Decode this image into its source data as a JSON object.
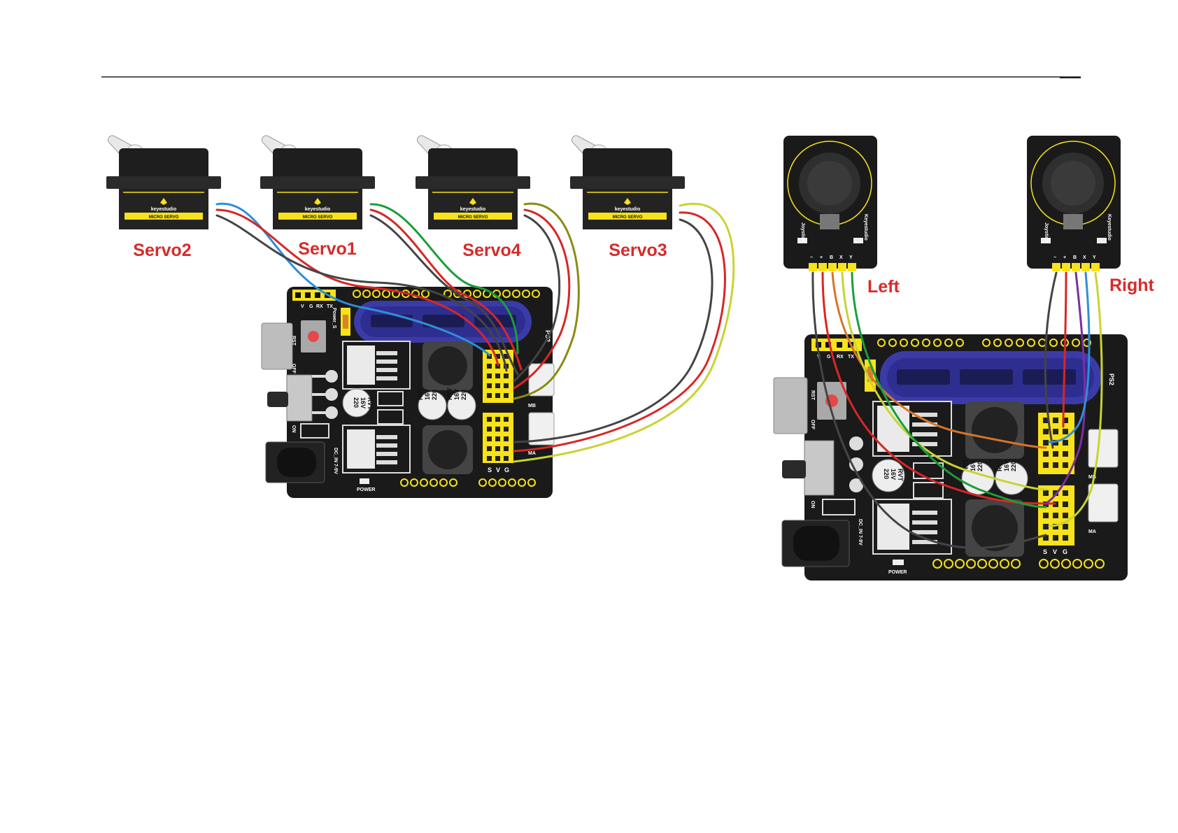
{
  "diagram": {
    "servo_labels": [
      "Servo2",
      "Servo1",
      "Servo4",
      "Servo3"
    ],
    "joystick_labels": [
      "Left",
      "Right"
    ],
    "servo_brand": "keyestudio",
    "servo_model": "MICRO SERVO",
    "joystick_name": "Joystick",
    "joystick_brand": "Keyestudio",
    "joystick_pins": [
      "−",
      "+",
      "B",
      "X",
      "Y"
    ],
    "board_silk": {
      "serial_pins": [
        "V",
        "G",
        "RX",
        "TX"
      ],
      "power_s": "Power_S",
      "ps2": "PS2",
      "rst": "RST",
      "off": "OFF",
      "on": "ON",
      "dc_in": "DC_IN 7-9V",
      "power": "POWER",
      "mb": "MB",
      "ma": "MA",
      "svg": [
        "S",
        "V",
        "G"
      ],
      "cap_text": [
        "220",
        "16V",
        "RVT"
      ]
    },
    "colors": {
      "board": "#1a1a1a",
      "header": "#f7e21b",
      "label_red": "#d62b2b",
      "ps2_slot": "#3b3ba8"
    }
  }
}
